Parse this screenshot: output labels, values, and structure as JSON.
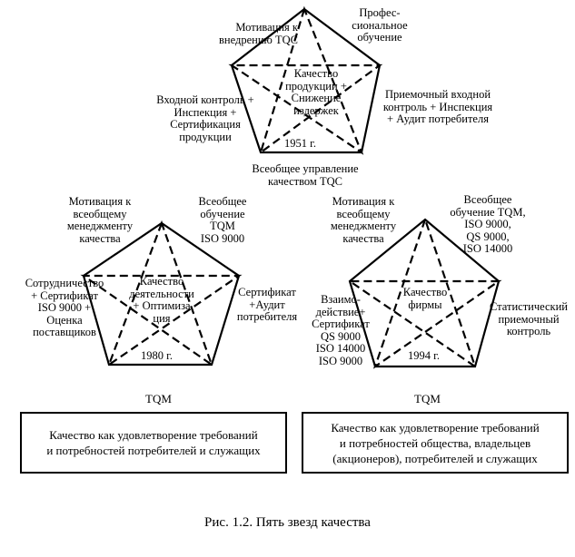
{
  "stars": [
    {
      "id": "1951",
      "center": "Качество\nпродукции +\nСнижение\nиздержек",
      "year": "1951 г.",
      "vertices": {
        "top_left": "Мотивация к\nвнедрению TQC",
        "top_right": "Профес-\nсиональное\nобучение",
        "left": "Входной контроль +\nИнспекция +\nСертификация\nпродукции",
        "right": "Приемочный входной\nконтроль + Инспекция\n+ Аудит потребителя",
        "bottom": "Всеобщее управление\nкачеством TQC"
      }
    },
    {
      "id": "1980",
      "center": "Качество\nдеятельности\n+ Оптимиза\nция",
      "year": "1980 г.",
      "vertices": {
        "top_left": "Мотивация к\nвсеобщему\nменеджменту\nкачества",
        "top_right": "Всеобщее\nобучение\nTQM\nISO 9000",
        "left": "Сотрудничество\n+ Сертификат\nISO 9000 +\nОценка\nпоставщиков",
        "right": "Сертификат\n+Аудит\nпотребителя",
        "bottom": "TQM"
      }
    },
    {
      "id": "1994",
      "center": "Качество\nфирмы",
      "year": "1994 г.",
      "vertices": {
        "top_left": "Мотивация к\nвсеобщему\nменеджменту\nкачества",
        "top_right": "Всеобщее\nобучение TQM,\nISO 9000,\nQS 9000,\nISO 14000",
        "left": "Взаимо-\nдействие+\nСертификат\nQS 9000\nISO 14000\nISO 9000",
        "right": "Статистический\nприемочный\nконтроль",
        "bottom": "TQM"
      }
    }
  ],
  "boxes": {
    "left": "Качество как удовлетворение требований\nи потребностей потребителей и служащих",
    "right": "Качество как удовлетворение требований\nи потребностей общества, владельцев\n(акционеров), потребителей и служащих"
  },
  "caption": "Рис. 1.2. Пять звезд качества",
  "colors": {
    "line": "#000000",
    "background": "#ffffff"
  }
}
